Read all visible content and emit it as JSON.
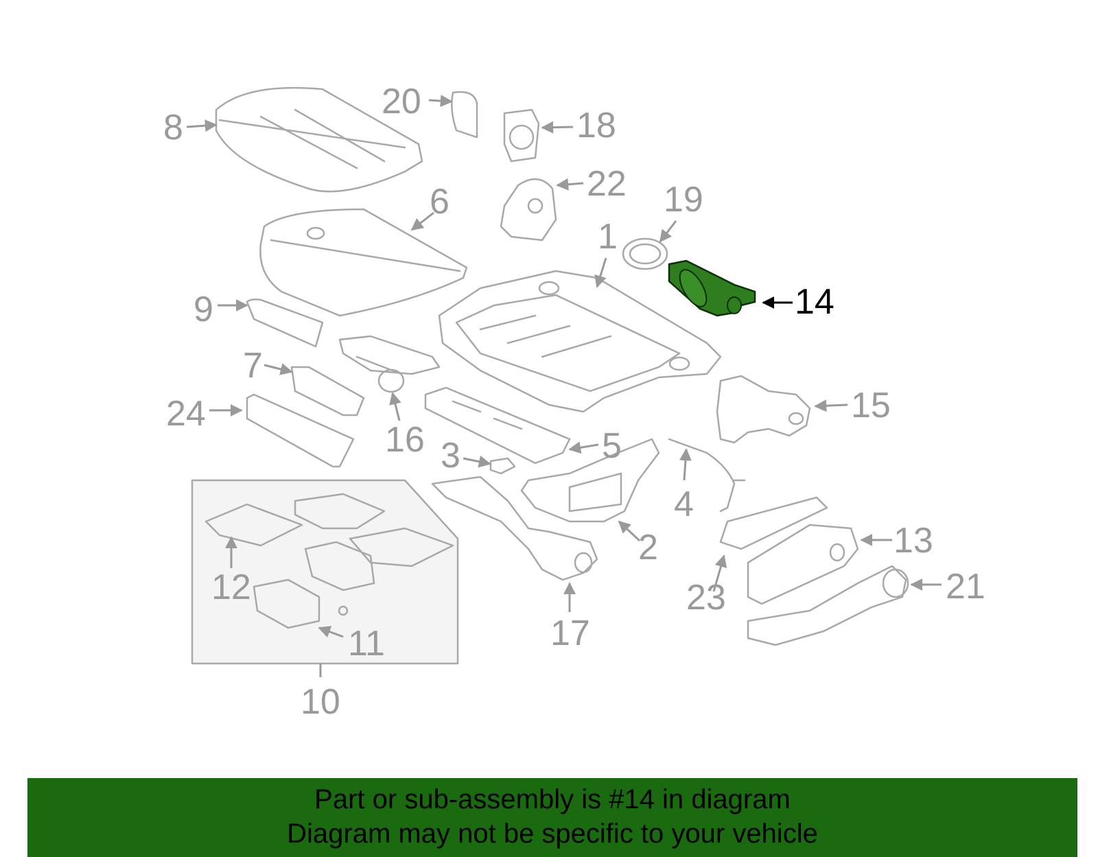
{
  "diagram": {
    "highlight_color": "#2e7d1e",
    "callouts": {
      "c1": "1",
      "c2": "2",
      "c3": "3",
      "c4": "4",
      "c5": "5",
      "c6": "6",
      "c7": "7",
      "c8": "8",
      "c9": "9",
      "c10": "10",
      "c11": "11",
      "c12": "12",
      "c13": "13",
      "c14": "14",
      "c15": "15",
      "c16": "16",
      "c17": "17",
      "c18": "18",
      "c19": "19",
      "c20": "20",
      "c21": "21",
      "c22": "22",
      "c23": "23",
      "c24": "24"
    },
    "highlighted_part": "14"
  },
  "banner": {
    "line1": "Part or sub-assembly is #14 in diagram",
    "line2": "Diagram may not be specific to your vehicle",
    "background": "#1a6b10"
  }
}
